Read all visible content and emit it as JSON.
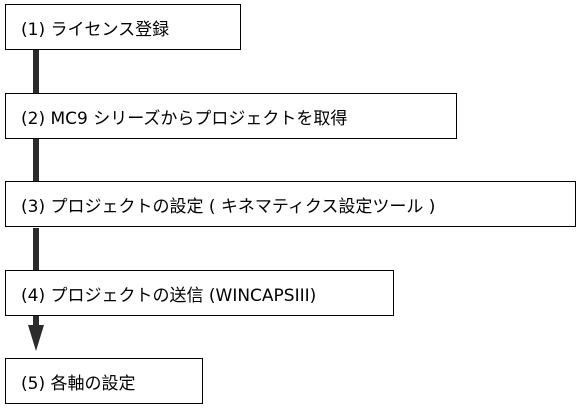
{
  "steps": [
    {
      "label": "(1) ライセンス登録"
    },
    {
      "label": "(2) MC9 シリーズからプロジェクトを取得"
    },
    {
      "label": "(3) プロジェクトの設定 ( キネマティクス設定ツール )"
    },
    {
      "label": "(4) プロジェクトの送信 (WINCAPSIII)"
    },
    {
      "label": "(5) 各軸の設定"
    }
  ]
}
